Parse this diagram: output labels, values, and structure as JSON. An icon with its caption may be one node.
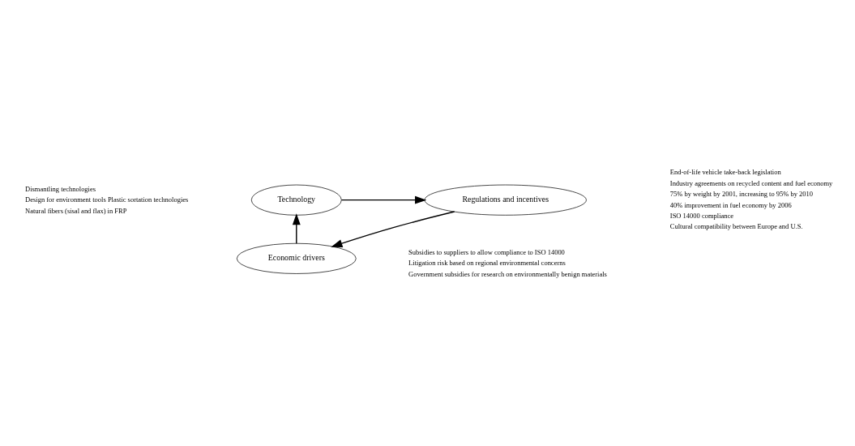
{
  "diagram": {
    "nodes": [
      {
        "text": [
          "Technology"
        ],
        "beside": [
          "Dismantling technologies",
          "Design for environment tools Plastic sortation technologies",
          "Natural fibers (sisal and flax) in FRP"
        ]
      },
      {
        "text": [
          "Regulations and incentives"
        ],
        "beside": [
          "End-of-life vehicle take-back legislation",
          "Industry agreements on recycled content and fuel economy",
          "75% by weight by 2001, increasing to 95% by 2010",
          "40% improvement in fuel economy by 2006",
          "ISO 14000 compliance",
          "Cultural compatibility between Europe and U.S."
        ]
      },
      {
        "text": [
          "Economic drivers"
        ],
        "beside": [
          "Subsidies to suppliers to allow compliance to ISO 14000",
          "Litigation risk based on regional environmental concerns",
          "Government subsidies for research on environmentally benign materials"
        ]
      }
    ],
    "edges": [
      {
        "from": 0,
        "to": 1,
        "arrow": "to"
      },
      {
        "from": 1,
        "to": 2,
        "arrow": "to"
      },
      {
        "from": 2,
        "to": 0,
        "arrow": "to"
      }
    ]
  }
}
